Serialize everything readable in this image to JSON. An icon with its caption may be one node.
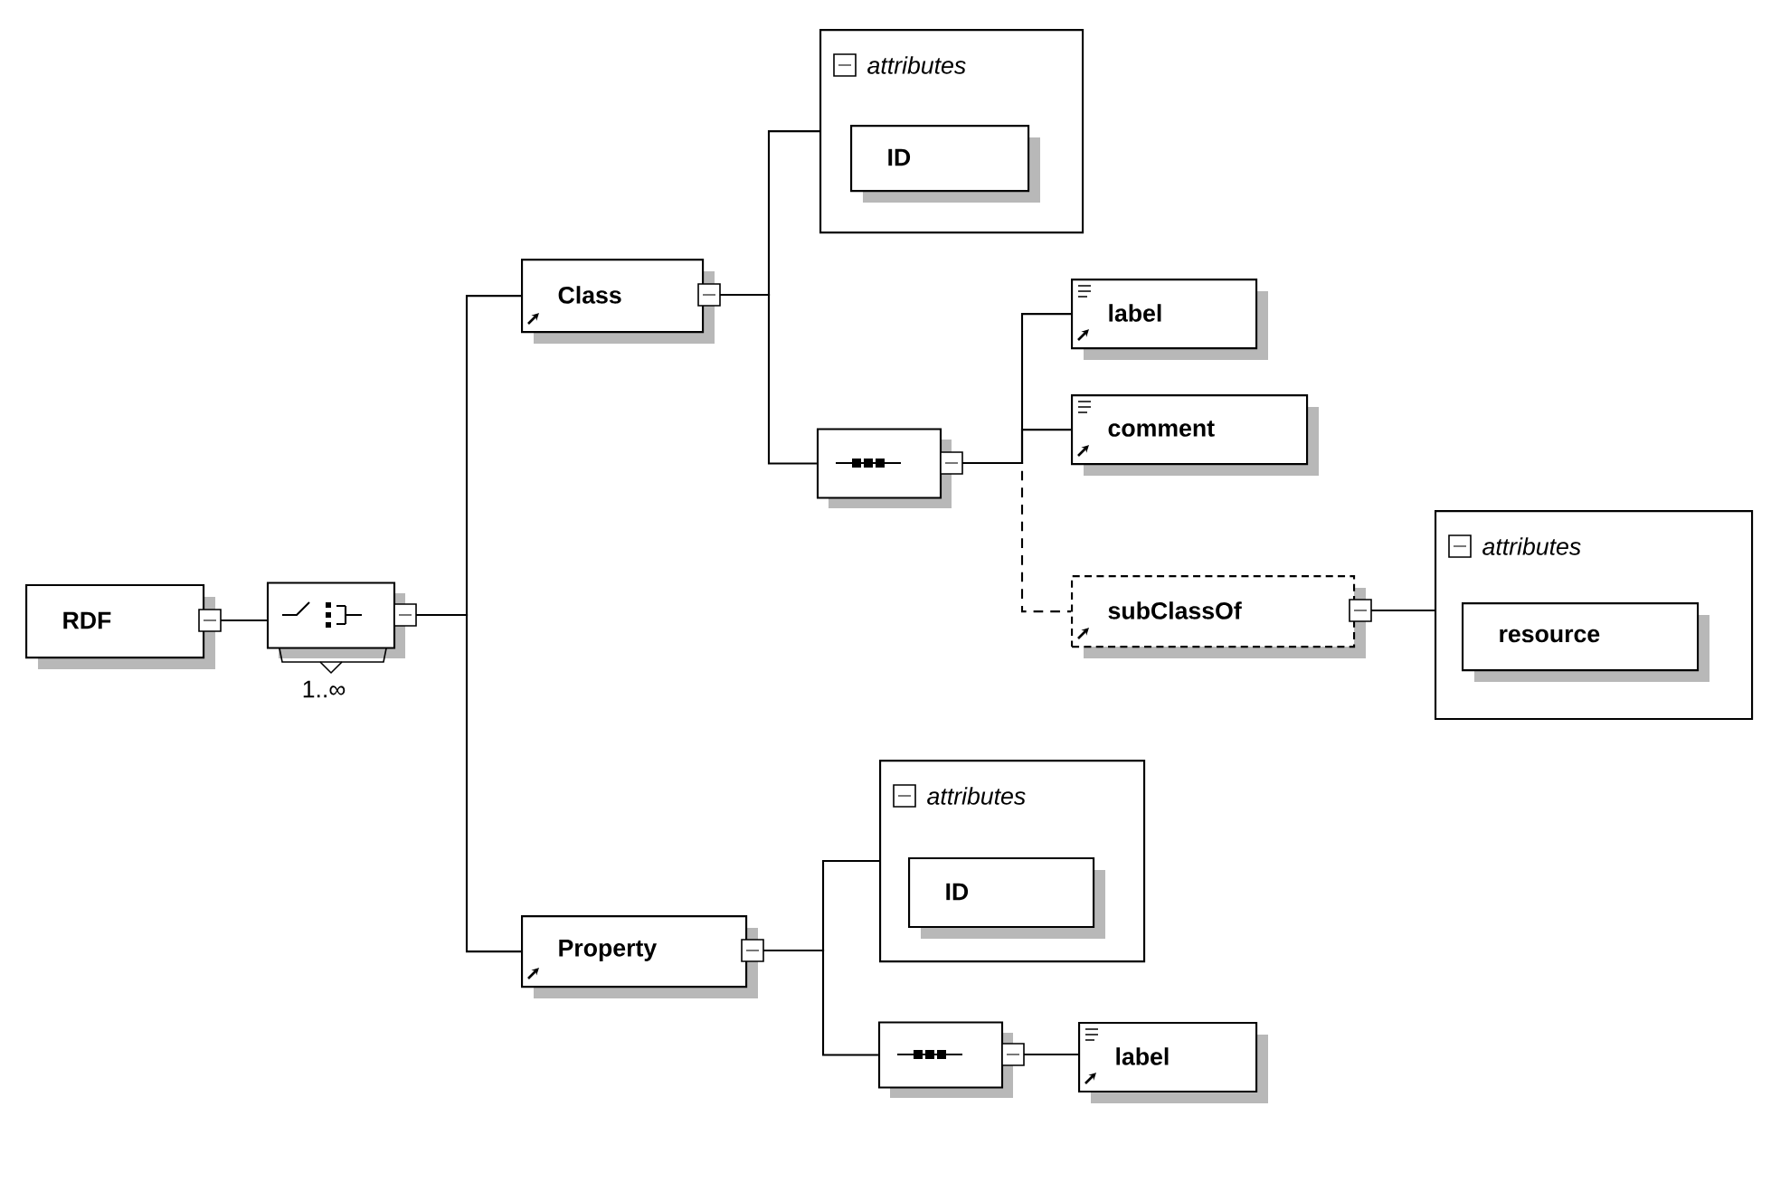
{
  "diagram": {
    "nodes": [
      {
        "text": [
          "RDF"
        ]
      },
      {
        "text": [],
        "shape": "octagon",
        "beside": [
          "1..∞"
        ]
      },
      {
        "text": [
          "Class"
        ]
      },
      {
        "text": [
          "attributes"
        ]
      },
      {
        "text": [
          "ID"
        ],
        "in": 3
      },
      {
        "text": [],
        "shape": "octagon"
      },
      {
        "text": [
          "label"
        ]
      },
      {
        "text": [
          "comment"
        ]
      },
      {
        "text": [
          "subClassOf"
        ]
      },
      {
        "text": [
          "attributes"
        ]
      },
      {
        "text": [
          "resource"
        ],
        "in": 9
      },
      {
        "text": [
          "Property"
        ]
      },
      {
        "text": [
          "attributes"
        ]
      },
      {
        "text": [
          "ID"
        ],
        "in": 12
      },
      {
        "text": [],
        "shape": "octagon"
      },
      {
        "text": [
          "label"
        ]
      }
    ],
    "edges": [
      {
        "from": 0,
        "to": 1,
        "arrow": "none"
      },
      {
        "from": 1,
        "to": 2,
        "arrow": "none"
      },
      {
        "from": 1,
        "to": 11,
        "arrow": "none"
      },
      {
        "from": 2,
        "to": 3,
        "arrow": "none"
      },
      {
        "from": 2,
        "to": 5,
        "arrow": "none"
      },
      {
        "from": 5,
        "to": 6,
        "arrow": "none"
      },
      {
        "from": 5,
        "to": 7,
        "arrow": "none"
      },
      {
        "from": 5,
        "to": 8,
        "arrow": "none",
        "style": "dashed"
      },
      {
        "from": 8,
        "to": 9,
        "arrow": "none"
      },
      {
        "from": 11,
        "to": 12,
        "arrow": "none"
      },
      {
        "from": 11,
        "to": 14,
        "arrow": "none"
      },
      {
        "from": 14,
        "to": 15,
        "arrow": "none"
      }
    ]
  }
}
